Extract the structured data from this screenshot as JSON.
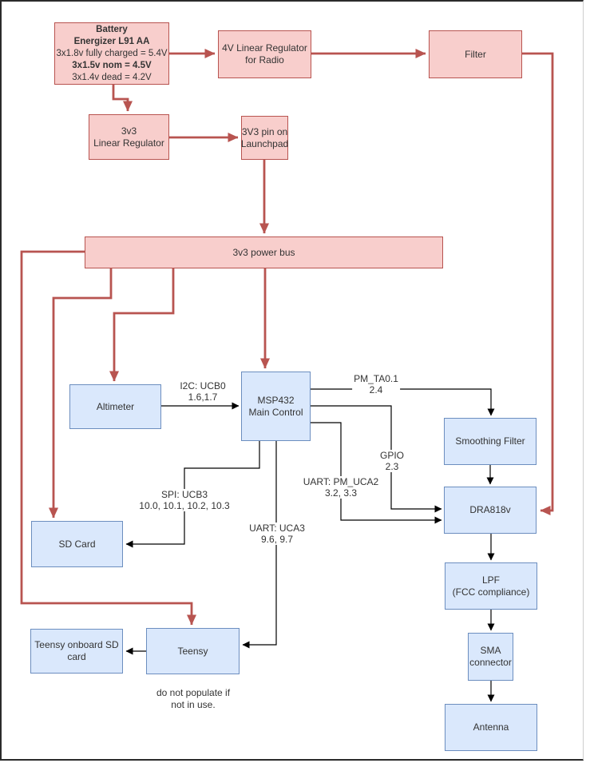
{
  "diagram": {
    "title": "Rocket telemetry power and signal block diagram",
    "colors": {
      "power_node_fill": "#f8cecc",
      "power_node_stroke": "#b85450",
      "power_wire": "#b85450",
      "component_node_fill": "#dae8fc",
      "component_node_stroke": "#6c8ebf",
      "signal_wire": "#000000",
      "text": "#333333",
      "page_background": "#ffffff"
    },
    "nodes": {
      "battery": {
        "line1": "Battery",
        "line2": "Energizer L91 AA",
        "line3": "3x1.8v fully charged = 5.4V",
        "line4": "3x1.5v nom = 4.5V",
        "line5": "3x1.4v dead = 4.2V"
      },
      "reg4v": {
        "label": "4V Linear Regulator\nfor Radio"
      },
      "filter": {
        "label": "Filter"
      },
      "reg3v3": {
        "label": "3v3\nLinear Regulator"
      },
      "pin3v3": {
        "label": "3V3 pin on\nLaunchpad"
      },
      "bus": {
        "label": "3v3 power bus"
      },
      "altimeter": {
        "label": "Altimeter"
      },
      "msp432": {
        "label": "MSP432\nMain Control"
      },
      "smoothing": {
        "label": "Smoothing Filter"
      },
      "dra818v": {
        "label": "DRA818v"
      },
      "lpf": {
        "label": "LPF\n(FCC compliance)"
      },
      "sma": {
        "label": "SMA\nconnector"
      },
      "antenna": {
        "label": "Antenna"
      },
      "sdcard": {
        "label": "SD Card"
      },
      "teensy_sd": {
        "label": "Teensy onboard SD\ncard"
      },
      "teensy": {
        "label": "Teensy"
      }
    },
    "edge_labels": {
      "i2c": "I2C: UCB0\n1.6,1.7",
      "pm_ta01": "PM_TA0.1\n2.4",
      "gpio": "GPIO\n2.3",
      "uart_pm_uca2": "UART: PM_UCA2\n3.2, 3.3",
      "spi": "SPI: UCB3\n10.0, 10.1, 10.2, 10.3",
      "uart_uca3": "UART: UCA3\n9.6, 9.7"
    },
    "note": "do not populate if\nnot in use."
  }
}
